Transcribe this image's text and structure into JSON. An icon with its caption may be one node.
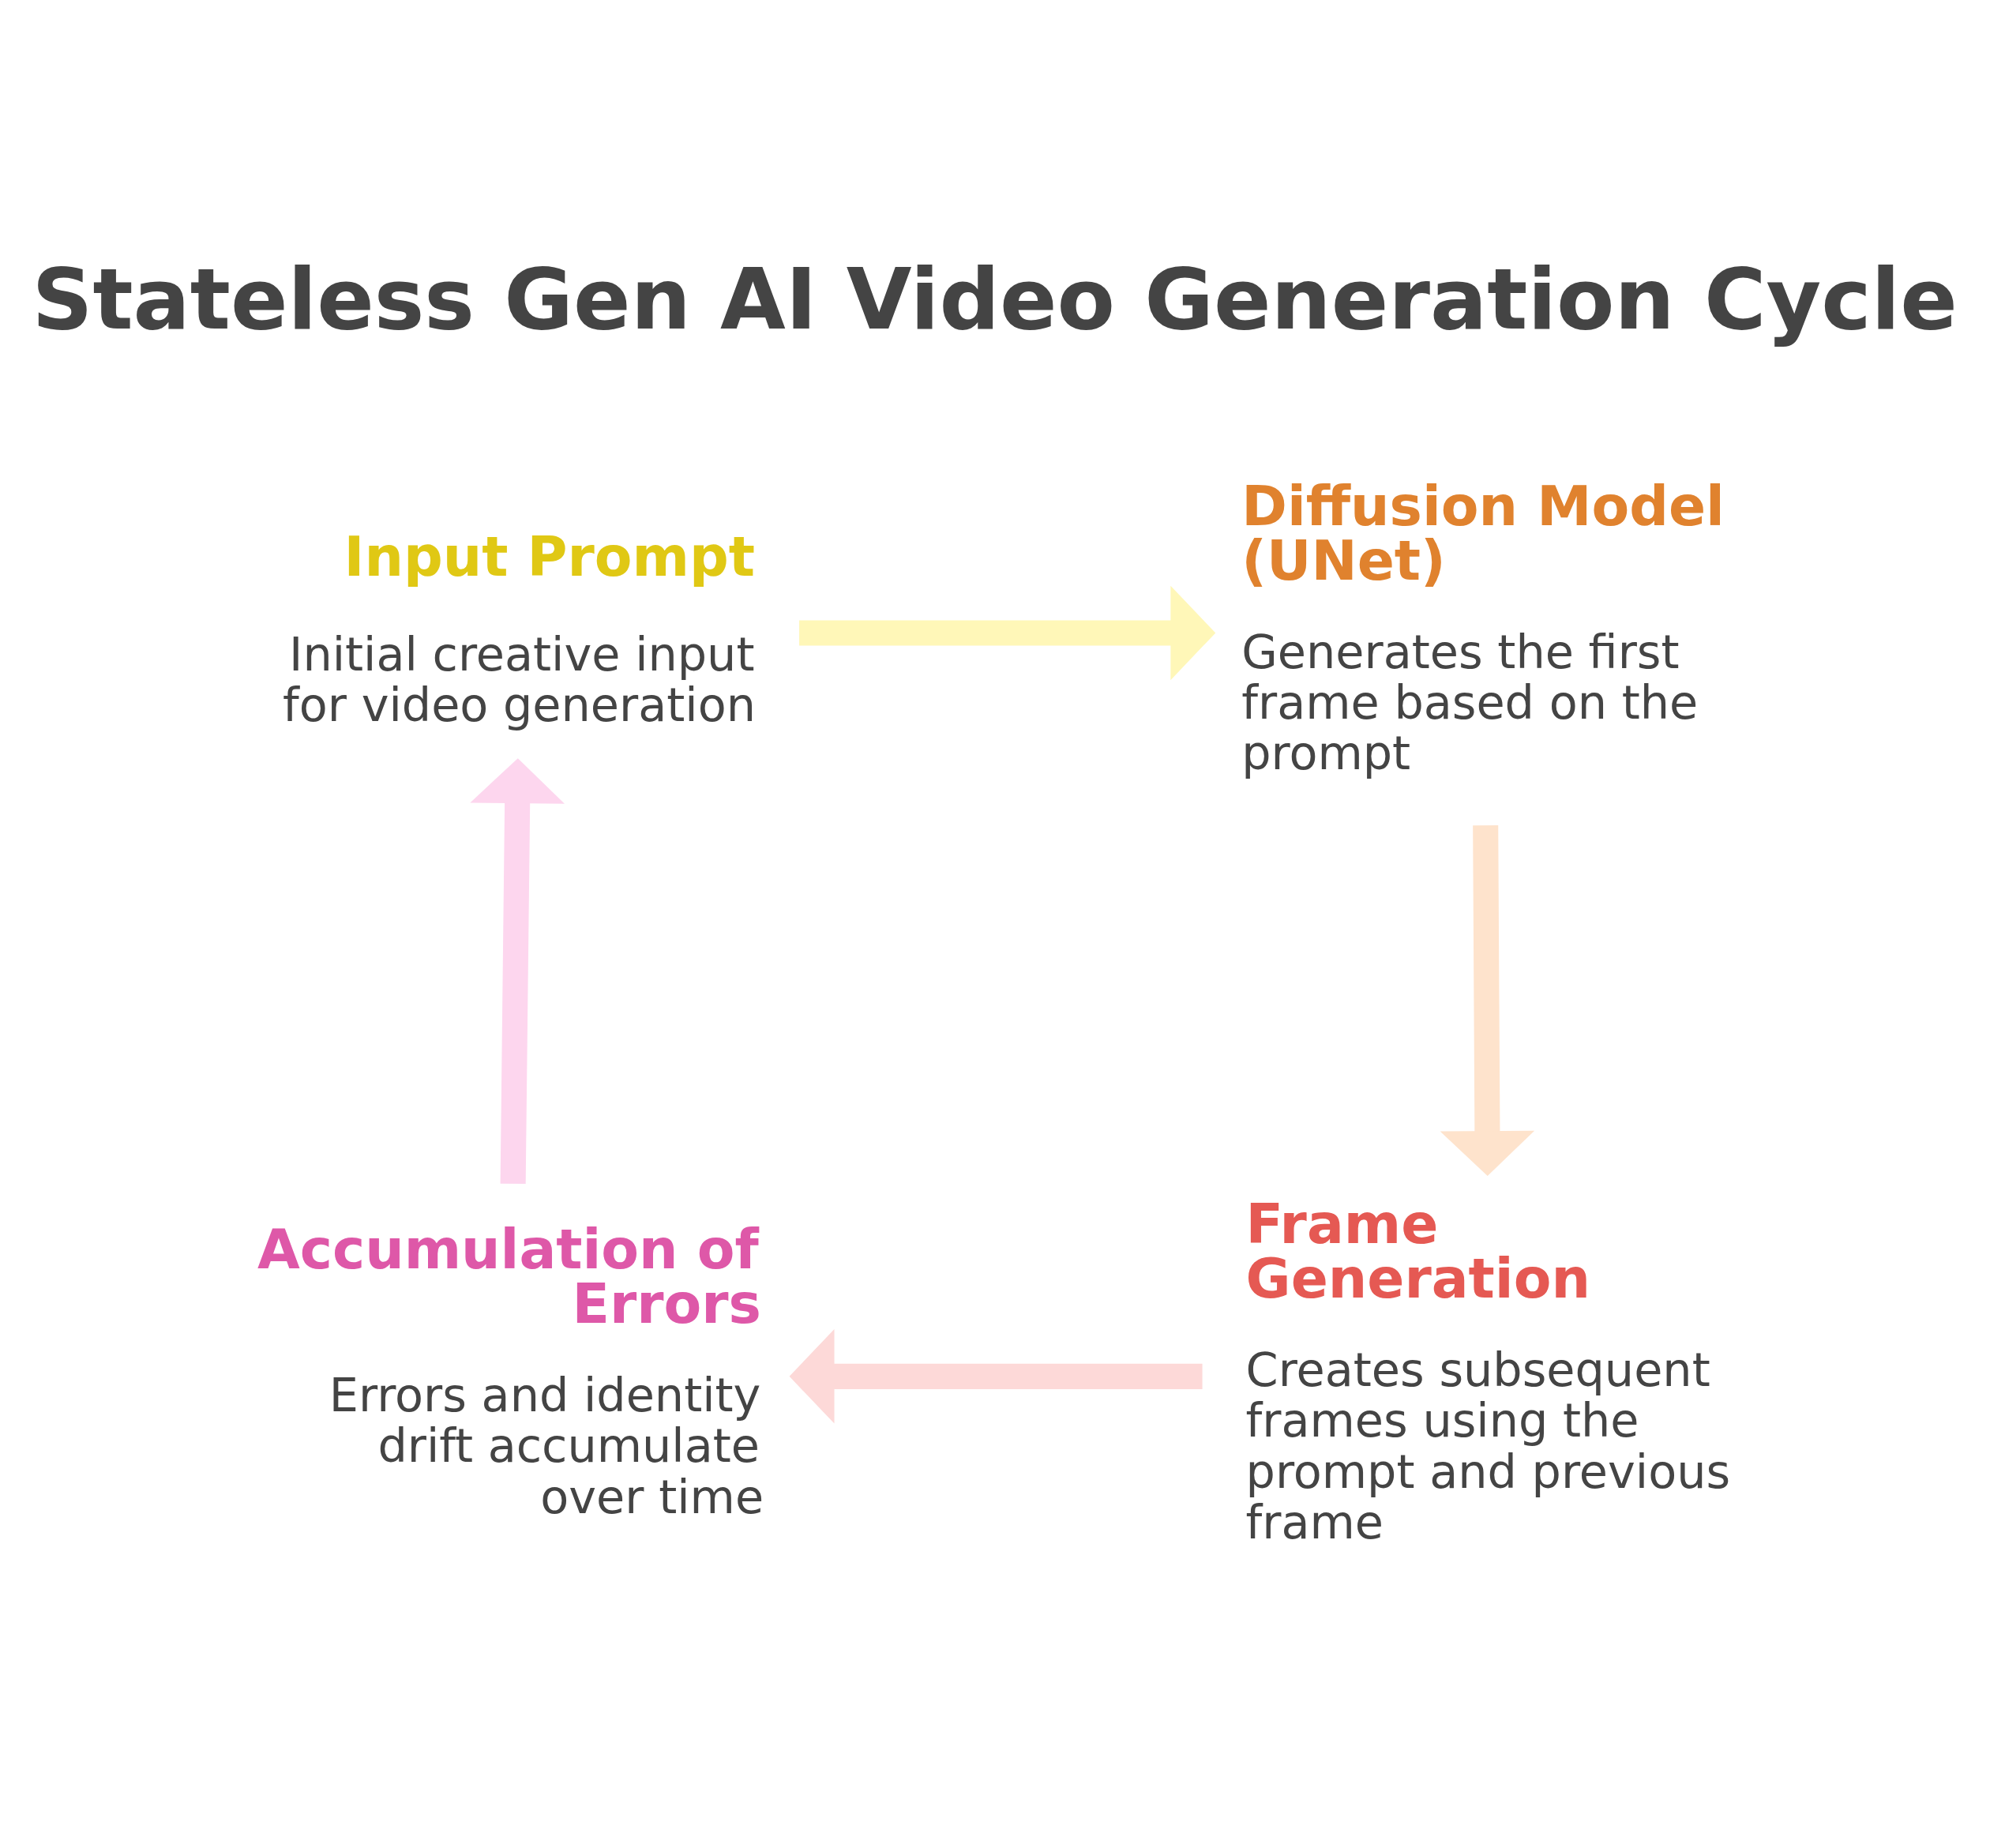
{
  "diagram": {
    "title": "Stateless Gen AI Video Generation Cycle",
    "nodes": [
      {
        "text": [
          "Input Prompt",
          "Initial creative input for video generation"
        ]
      },
      {
        "text": [
          "Diffusion Model (UNet)",
          "Generates the first frame based on the prompt"
        ]
      },
      {
        "text": [
          "Frame Generation",
          "Creates subsequent frames using the prompt and previous frame"
        ]
      },
      {
        "text": [
          "Accumulation of Errors",
          "Errors and identity drift accumulate over time"
        ]
      }
    ],
    "edges": [
      {
        "from": 0,
        "to": 1,
        "arrow": "to",
        "color": "#fff7b8"
      },
      {
        "from": 1,
        "to": 2,
        "arrow": "to",
        "color": "#fee3cc"
      },
      {
        "from": 2,
        "to": 3,
        "arrow": "to",
        "color": "#fdd9d8"
      },
      {
        "from": 3,
        "to": 0,
        "arrow": "to",
        "color": "#fdd6ee"
      }
    ]
  }
}
